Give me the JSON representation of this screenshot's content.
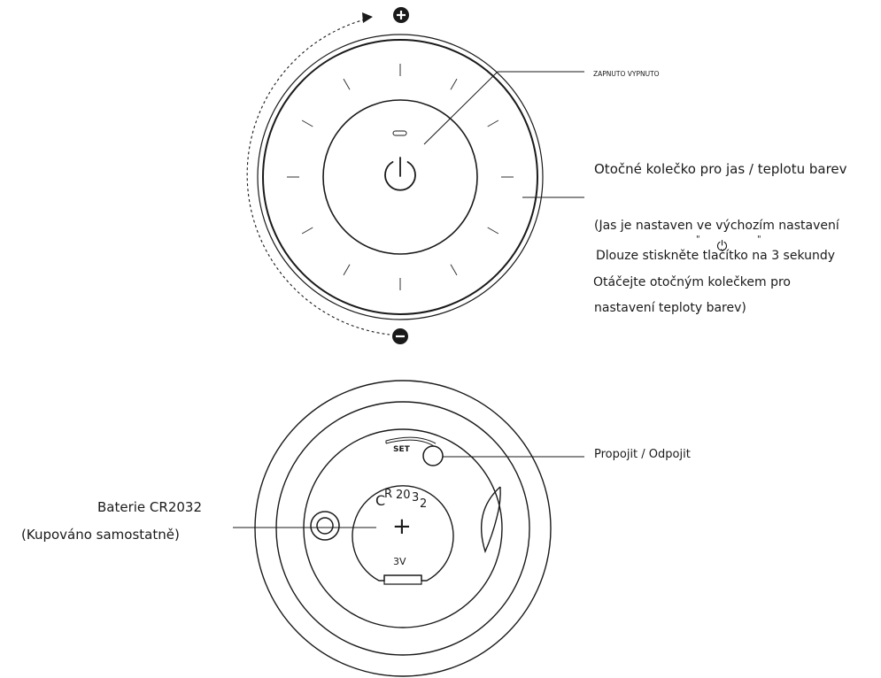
{
  "top": {
    "plus_icon": "plus-circle-icon",
    "minus_icon": "minus-circle-icon",
    "power_icon": "power-icon",
    "label_power": "ZAPNUTO VYPNUTO",
    "label_wheel": "Otočné kolečko pro jas / teplotu barev",
    "notes": [
      "(Jas je nastaven ve výchozím nastavení",
      "Dlouze stiskněte tlačítko na 3 sekundy",
      "Otáčejte otočným kolečkem pro",
      "nastavení teploty barev)"
    ],
    "quote_open": "\"",
    "quote_close": "\""
  },
  "bottom": {
    "set_label": "SET",
    "label_link": "Propojit / Odpojit",
    "battery_label_1": "Baterie CR2032",
    "battery_label_2": "(Kupováno samostatně)",
    "coin_c": "C",
    "coin_r": "R",
    "coin_20": "20",
    "coin_3": "3",
    "coin_2": "2",
    "plus_sign": "+",
    "voltage": "3V"
  }
}
